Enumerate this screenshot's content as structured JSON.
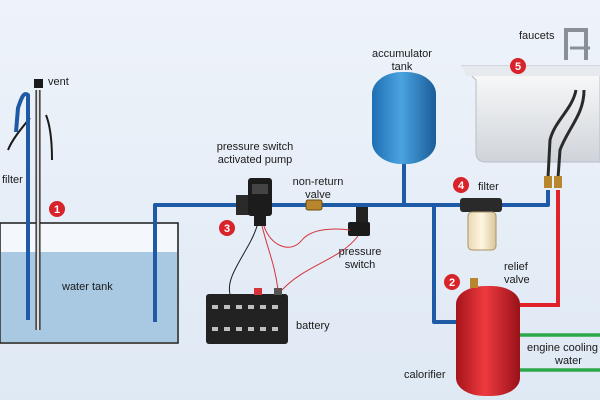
{
  "labels": {
    "vent": "vent",
    "filter_left": "filter",
    "water_tank": "water tank",
    "pump_line1": "pressure switch",
    "pump_line2": "activated pump",
    "nonreturn_line1": "non-return",
    "nonreturn_line2": "valve",
    "pswitch_line1": "pressure",
    "pswitch_line2": "switch",
    "battery": "battery",
    "accum_line1": "accumulator",
    "accum_line2": "tank",
    "filter_right": "filter",
    "faucets": "faucets",
    "relief_line1": "relief",
    "relief_line2": "valve",
    "calorifier": "calorifier",
    "engine_line1": "engine cooling",
    "engine_line2": "water"
  },
  "markers": {
    "m1": "1",
    "m2": "2",
    "m3": "3",
    "m4": "4",
    "m5": "5"
  },
  "colors": {
    "cold_pipe": "#1f5aa6",
    "hot_pipe": "#e0232a",
    "engine_pipe": "#2aa84a",
    "wire": "#d6323a",
    "marker_fill": "#d8232a",
    "tank_water": "#a9c9e3",
    "accumulator": "#2f86c9",
    "calorifier": "#d4242b"
  }
}
